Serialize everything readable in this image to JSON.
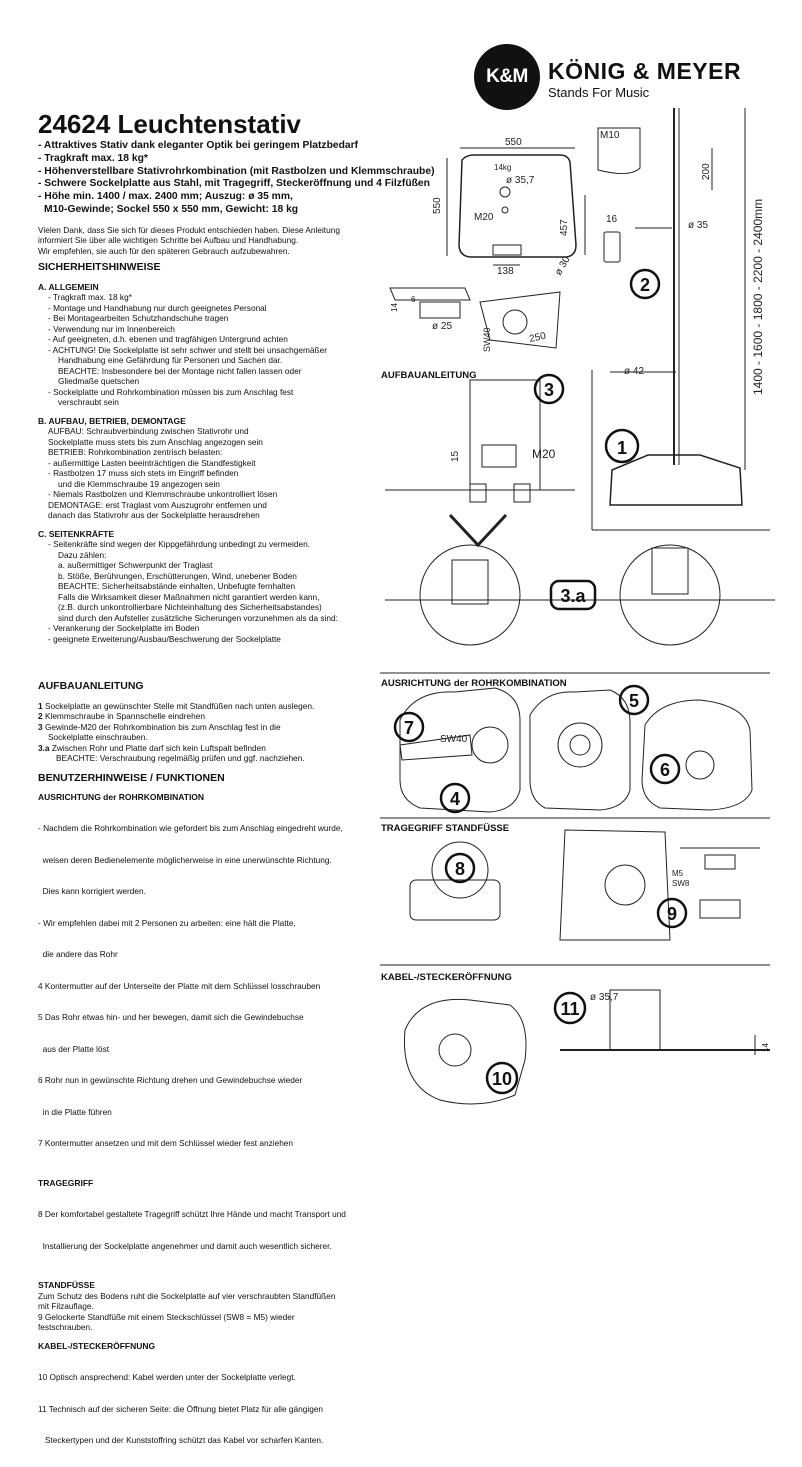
{
  "brand": {
    "logo_text": "K&M",
    "name": "KÖNIG & MEYER",
    "tagline": "Stands For Music"
  },
  "title": "24624 Leuchtenstativ",
  "features": [
    "- Attraktives Stativ dank eleganter Optik bei geringem Platzbedarf",
    "- Tragkraft max. 18 kg*",
    "- Höhenverstellbare Stativrohrkombination (mit Rastbolzen und Klemmschraube)",
    "- Schwere Sockelplatte aus Stahl, mit Tragegriff, Steckeröffnung und 4 Filzfüßen",
    "- Höhe min. 1400 / max. 2400 mm; Auszug: ø 35 mm,",
    "  M10-Gewinde; Sockel 550 x 550 mm, Gewicht: 18 kg"
  ],
  "intro": [
    "Vielen Dank, dass Sie sich für dieses Produkt entschieden haben. Diese Anleitung",
    "informiert Sie über alle wichtigen Schritte bei Aufbau und Handhabung.",
    "Wir empfehlen, sie auch für den späteren Gebrauch aufzubewahren."
  ],
  "safety": {
    "heading": "SICHERHEITSHINWEISE",
    "a": {
      "heading": "A. ALLGEMEIN",
      "lines": [
        "- Tragkraft max. 18 kg*",
        "- Montage und Handhabung nur durch geeignetes Personal",
        "- Bei Montagearbeiten Schutzhandschuhe tragen",
        "- Verwendung nur im Innenbereich",
        "- Auf geeigneten, d.h. ebenen und tragfähigen Untergrund achten",
        "- ACHTUNG! Die Sockelplatte ist sehr schwer und stellt bei unsachgemäßer",
        "   Handhabung eine Gefährdung für Personen und Sachen dar.",
        "   BEACHTE: Insbesondere bei der Montage nicht fallen lassen oder",
        "   Gliedmaße quetschen",
        "- Sockelplatte und Rohrkombination müssen bis zum Anschlag fest",
        "   verschraubt sein"
      ]
    },
    "b": {
      "heading": "B. AUFBAU,  BETRIEB, DEMONTAGE",
      "lines": [
        "AUFBAU: Schraubverbindung zwischen Stativrohr und",
        "Sockelplatte muss stets bis zum Anschlag angezogen sein",
        "BETRIEB: Rohrkombination zentrisch belasten:",
        "- außermittige Lasten beeinträchtigen die Standfestigkeit",
        "- Rastbolzen 17 muss sich stets im Eingriff befinden",
        "   und die Klemmschraube 19 angezogen sein",
        "- Niemals Rastbolzen und Klemmschraube unkontrolliert lösen",
        "DEMONTAGE: erst Traglast vom Auszugrohr entfernen und",
        "danach das Stativrohr aus der Sockelplatte herausdrehen"
      ]
    },
    "c": {
      "heading": "C. SEITENKRÄFTE",
      "lines": [
        "- Seitenkräfte sind wegen der Kippgefährdung unbedingt zu vermeiden.",
        "   Dazu zählen:",
        "   a. außermittiger Schwerpunkt der Traglast",
        "   b. Stöße, Berührungen, Erschütterungen, Wind, unebener Boden",
        "   BEACHTE: Sicherheitsabstände einhalten, Unbefugte fernhalten",
        "   Falls die Wirksamkeit dieser Maßnahmen nicht garantiert werden kann,",
        "   (z.B. durch unkontrollierbare Nichteinhaltung des Sicherheitsabstandes)",
        "   sind durch den Aufsteller zusätzliche Sicherungen vorzunehmen als da sind:",
        "- Verankerung der Sockelplatte im Boden",
        "- geeignete Erweiterung/Ausbau/Beschwerung der Sockelplatte"
      ]
    }
  },
  "assembly": {
    "heading": "AUFBAUANLEITUNG",
    "steps": [
      {
        "num": "1",
        "text": "Sockelplatte an gewünschter Stelle mit Standfüßen nach unten auslegen."
      },
      {
        "num": "2",
        "text": "Klemmschraube in Spannschelle eindrehen"
      },
      {
        "num": "3",
        "text": "Gewinde-M20 der Rohrkombination bis zum Anschlag fest in die"
      },
      {
        "num": "",
        "text": "Sockelplatte einschrauben."
      },
      {
        "num": "3.a",
        "text": "Zwischen Rohr und Platte darf sich kein Luftspalt befinden"
      },
      {
        "num": "",
        "text": "BEACHTE: Verschraubung regelmäßig prüfen und ggf. nachziehen."
      }
    ]
  },
  "usage": {
    "heading": "BENUTZERHINWEISE / FUNKTIONEN",
    "alignment": {
      "heading": "AUSRICHTUNG der ROHRKOMBINATION",
      "lines": [
        "- Nachdem die Rohrkombination wie gefordert bis zum Anschlag eingedreht wurde,",
        "  weisen deren Bedienelemente möglicherweise in eine unerwünschte Richtung.",
        "  Dies kann korrigiert werden.",
        "- Wir empfehlen dabei mit 2 Personen zu arbeiten: eine hält die Platte,",
        "  die andere das Rohr",
        "4 Kontermutter auf der Unterseite der Platte mit dem Schlüssel losschrauben",
        "5 Das Rohr etwas hin- und her bewegen, damit sich die Gewindebuchse",
        "  aus der Platte löst",
        "6 Rohr nun in gewünschte Richtung drehen und Gewindebuchse wieder",
        "  in die Platte führen",
        "7 Kontermutter ansetzen und mit dem Schlüssel wieder fest anziehen"
      ]
    },
    "handle": {
      "heading": "TRAGEGRIFF",
      "lines": [
        "8 Der komfortabel gestaltete Tragegriff schützt Ihre Hände und macht Transport und",
        "  Installierung der Sockelplatte angenehmer und damit auch wesentlich sicherer."
      ]
    },
    "feet": {
      "heading": "STANDFÜSSE",
      "lines": [
        "Zum Schutz des Bodens ruht die Sockelplatte auf vier verschraubten Standfüßen",
        "mit Filzauflage.",
        "9 Gelockerte Standfüße mit einem Steckschlüssel (SW8 = M5) wieder",
        "festschrauben."
      ]
    },
    "cable": {
      "heading": "KABEL-/STECKERÖFFNUNG",
      "lines": [
        "10 Optisch ansprechend: Kabel werden unter der Sockelplatte verlegt.",
        "11 Technisch auf der sicheren Seite: die Öffnung bietet Platz für alle gängigen",
        "   Steckertypen und der Kunststoffring schützt das Kabel vor scharfen Kanten."
      ]
    }
  },
  "diagram": {
    "dim_550_top": "550",
    "dim_550_side": "550",
    "dim_457": "457",
    "dim_138": "138",
    "dim_30": "ø 30",
    "load_14kg": "14kg",
    "dia_357": "ø 35,7",
    "m20": "M20",
    "m10": "M10",
    "dim_200": "200",
    "dim_16": "16",
    "dia_35": "ø 35",
    "dia_42": "ø 42",
    "height_range": "1400 - 1600 - 1800 - 2200 - 2400mm",
    "dim_14": "14",
    "dim_6": "6",
    "dia_25": "ø 25",
    "sw40": "SW40",
    "dim_250": "250",
    "dim_15": "15",
    "m20_b": "M20",
    "m5": "M5",
    "sw8": "SW8",
    "sw40_b": "SW40",
    "dia_357_b": "ø 35,7",
    "dim_14_b": "14",
    "label_aufbau": "AUFBAUANLEITUNG",
    "label_ausrichtung": "AUSRICHTUNG der ROHRKOMBINATION",
    "label_tragegriff": "TRAGEGRIFF STANDFÜSSE",
    "label_kabel": "KABEL-/STECKERÖFFNUNG",
    "n1": "1",
    "n2": "2",
    "n3": "3",
    "n3a": "3.a",
    "n4": "4",
    "n5": "5",
    "n6": "6",
    "n7": "7",
    "n8": "8",
    "n9": "9",
    "n10": "10",
    "n11": "11"
  }
}
